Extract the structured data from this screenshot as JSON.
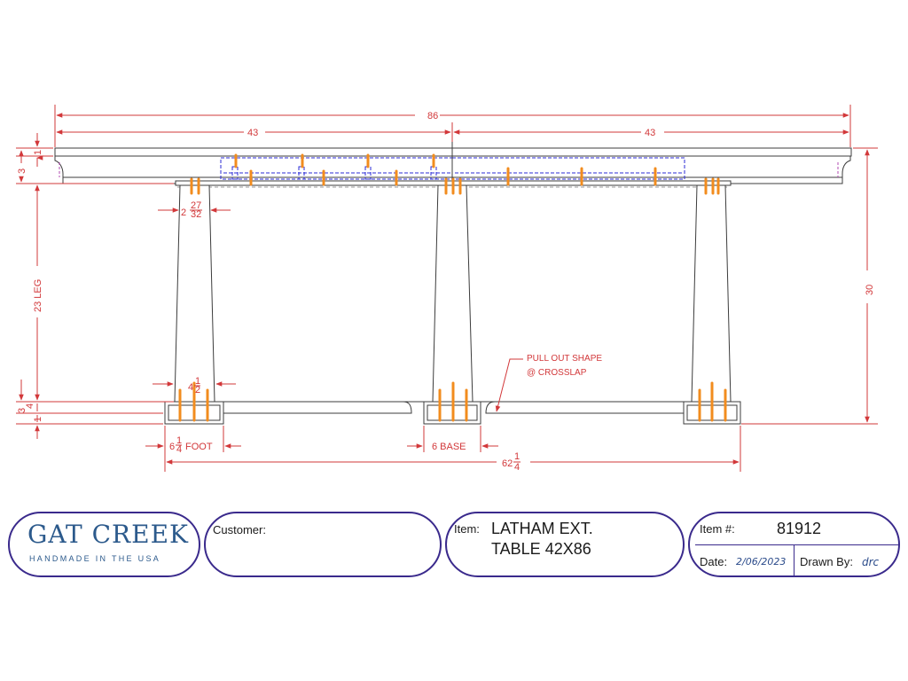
{
  "drawing": {
    "dimensions": {
      "overall_length": "86",
      "half_left": "43",
      "half_right": "43",
      "top_thickness_whole": "1",
      "apron_height": "3",
      "leg_height": "23 LEG",
      "leg_top_width_whole": "2",
      "leg_top_width_num": "27",
      "leg_top_width_den": "32",
      "leg_bottom_width_whole": "4",
      "leg_bottom_width_num": "1",
      "leg_bottom_width_den": "2",
      "foot_width_whole": "6",
      "foot_width_num": "1",
      "foot_width_den": "4",
      "foot_width_suffix": "FOOT",
      "base_width": "6 BASE",
      "foot_height_num": "3",
      "foot_height_den": "4",
      "foot_height_extra": "1",
      "overall_height": "30",
      "base_span_whole": "62",
      "base_span_num": "1",
      "base_span_den": "4"
    },
    "notes": {
      "pull_out_line1": "PULL OUT SHAPE",
      "pull_out_line2": "@ CROSSLAP"
    },
    "colors": {
      "outline": "#3c3c3c",
      "dimension": "#d2383a",
      "hidden": "#2b2bd6",
      "fastener": "#f28c1e",
      "purple": "#b04ab0"
    }
  },
  "title_block": {
    "logo_name": "GAT CREEK",
    "logo_tagline": "HANDMADE IN THE USA",
    "customer_label": "Customer:",
    "customer_value": "",
    "item_label": "Item:",
    "item_line1": "LATHAM EXT.",
    "item_line2": "TABLE 42X86",
    "item_number_label": "Item #:",
    "item_number": "81912",
    "date_label": "Date:",
    "date_value": "2/06/2023",
    "drawn_by_label": "Drawn By:",
    "drawn_by_value": "drc"
  }
}
